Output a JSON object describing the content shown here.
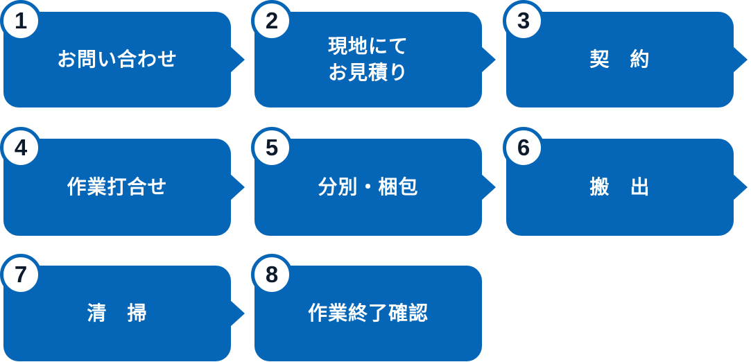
{
  "accent_color": "#0565b6",
  "steps": [
    {
      "number": "1",
      "label": "お問い合わせ"
    },
    {
      "number": "2",
      "label": "現地にて\nお見積り"
    },
    {
      "number": "3",
      "label": "契　約"
    },
    {
      "number": "4",
      "label": "作業打合せ"
    },
    {
      "number": "5",
      "label": "分別・梱包"
    },
    {
      "number": "6",
      "label": "搬　出"
    },
    {
      "number": "7",
      "label": "清　掃"
    },
    {
      "number": "8",
      "label": "作業終了確認"
    }
  ]
}
